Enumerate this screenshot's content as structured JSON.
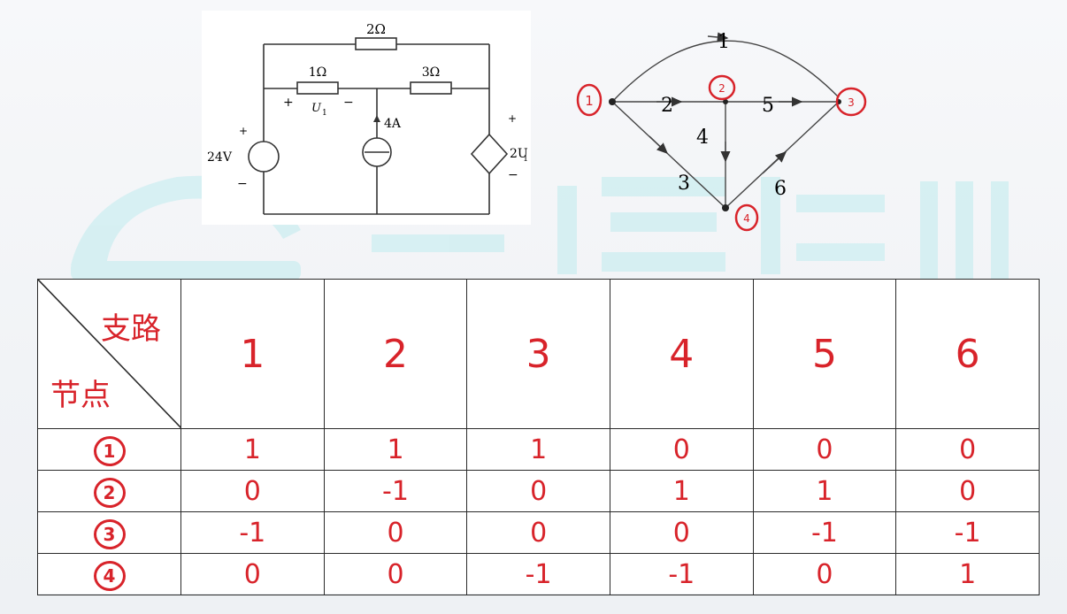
{
  "circuit": {
    "r_top": "2Ω",
    "r_left": "1Ω",
    "r_right": "3Ω",
    "u1_label": "U",
    "u1_sub": "1",
    "u1_plus": "+",
    "u1_minus": "−",
    "current_source": "4A",
    "voltage_source": "24V",
    "vs_plus": "+",
    "vs_minus": "−",
    "dep_source": "2U",
    "dep_sub": "1",
    "dep_plus": "+",
    "dep_minus": "−"
  },
  "graph": {
    "nodes": [
      "1",
      "2",
      "3",
      "4"
    ],
    "branches": [
      "1",
      "2",
      "3",
      "4",
      "5",
      "6"
    ]
  },
  "table": {
    "corner_branch": "支路",
    "corner_node": "节点",
    "columns": [
      "1",
      "2",
      "3",
      "4",
      "5",
      "6"
    ],
    "rows": [
      {
        "node": "1",
        "values": [
          "1",
          "1",
          "1",
          "0",
          "0",
          "0"
        ]
      },
      {
        "node": "2",
        "values": [
          "0",
          "-1",
          "0",
          "1",
          "1",
          "0"
        ]
      },
      {
        "node": "3",
        "values": [
          "-1",
          "0",
          "0",
          "0",
          "-1",
          "-1"
        ]
      },
      {
        "node": "4",
        "values": [
          "0",
          "0",
          "-1",
          "-1",
          "0",
          "1"
        ]
      }
    ]
  },
  "colors": {
    "ink": "#d8232a",
    "line": "#2a2a2a",
    "watermark": "#c9ecef"
  }
}
